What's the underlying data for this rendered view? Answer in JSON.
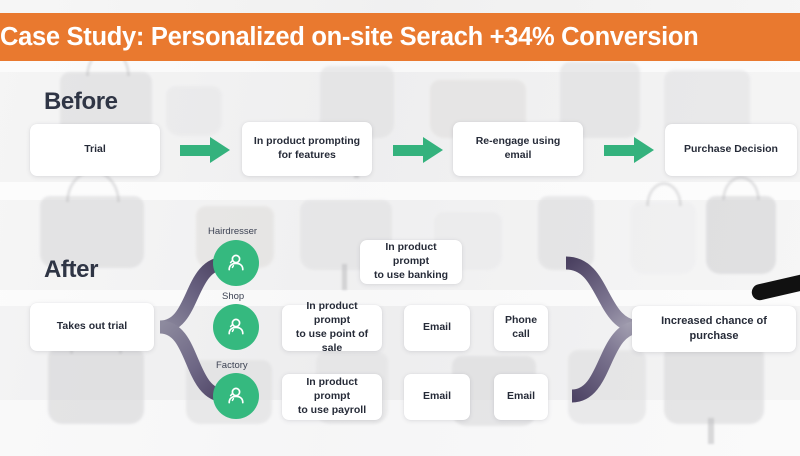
{
  "banner": {
    "title": "Case Study: Personalized on-site Serach +34% Conversion",
    "background_color": "#e9792f",
    "text_color": "#ffffff"
  },
  "theme": {
    "accent_green": "#34b27d",
    "persona_green": "#35b97f",
    "path_purple": "#4e4463",
    "heading_navy": "#2f3545",
    "card_text": "#262b38",
    "stylus_black": "#111111"
  },
  "sections": {
    "before": {
      "label": "Before",
      "steps": [
        {
          "label": "Trial"
        },
        {
          "label": "In product prompting\nfor features"
        },
        {
          "label": "Re-engage using\nemail"
        },
        {
          "label": "Purchase Decision"
        }
      ],
      "connectors": [
        {
          "icon": "arrow-right-icon"
        },
        {
          "icon": "arrow-right-icon"
        },
        {
          "icon": "arrow-right-icon"
        }
      ]
    },
    "after": {
      "label": "After",
      "entry": {
        "label": "Takes out trial"
      },
      "branches": [
        {
          "persona_label": "Hairdresser",
          "persona_icon": "person-icon",
          "steps": [
            {
              "label": "In product prompt\nto use banking"
            }
          ]
        },
        {
          "persona_label": "Shop",
          "persona_icon": "person-icon",
          "steps": [
            {
              "label": "In product prompt\nto use point of sale"
            },
            {
              "label": "Email"
            },
            {
              "label": "Phone\ncall"
            }
          ]
        },
        {
          "persona_label": "Factory",
          "persona_icon": "person-icon",
          "steps": [
            {
              "label": "In product prompt\nto use payroll"
            },
            {
              "label": "Email"
            },
            {
              "label": "Email"
            }
          ]
        }
      ],
      "outcome": {
        "label": "Increased chance of purchase"
      }
    }
  },
  "pointer": {
    "icon": "stylus-pointer-icon"
  }
}
